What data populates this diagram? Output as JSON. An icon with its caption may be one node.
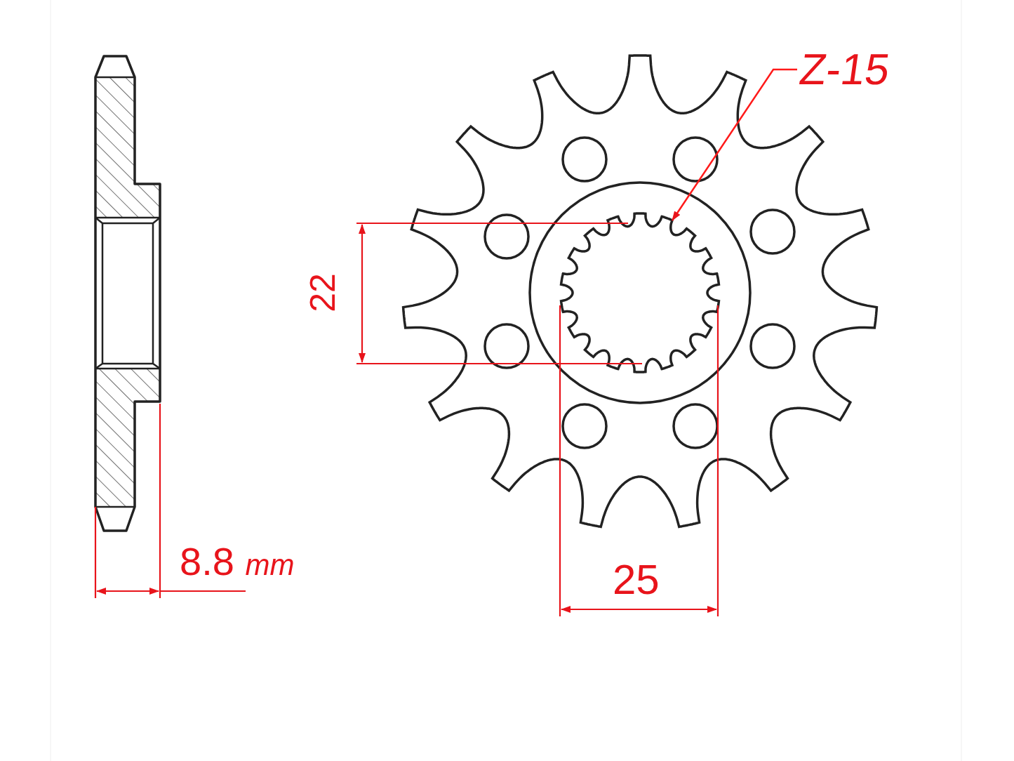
{
  "diagram": {
    "nodes": [
      {
        "text": [
          "Z-15"
        ]
      },
      {
        "text": [],
        "shape": "picture"
      }
    ],
    "edges": [
      {
        "from": 0,
        "to": 1,
        "arrow": "to",
        "color": "#ff1a1a"
      }
    ],
    "labels": [
      "22",
      "8.8 *mm*",
      "25"
    ]
  }
}
